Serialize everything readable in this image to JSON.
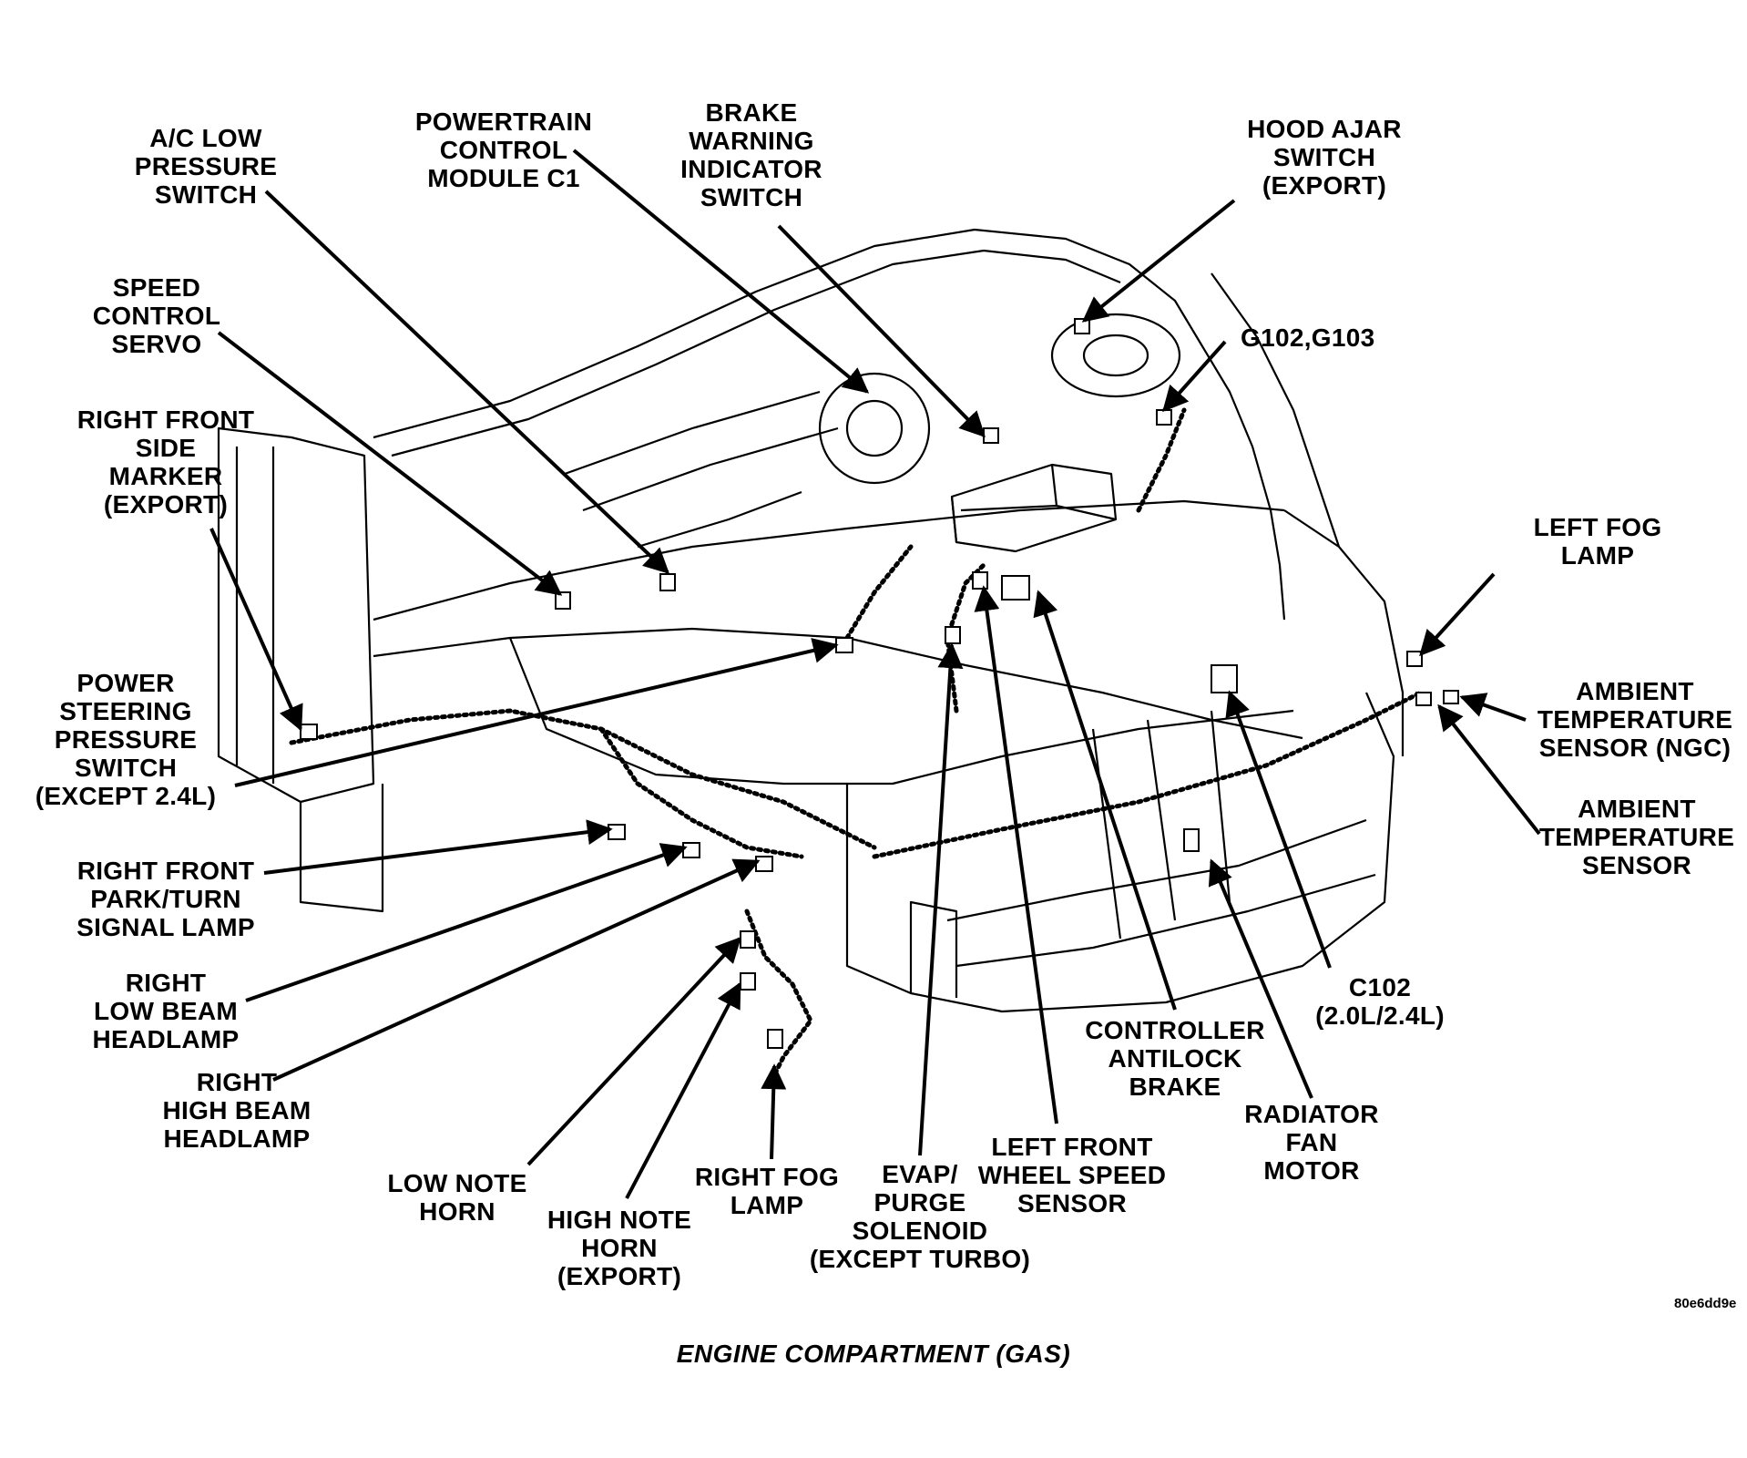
{
  "caption": "ENGINE COMPARTMENT (GAS)",
  "figure_code": "80e6dd9e",
  "callouts": {
    "ac_low_pressure_switch": "A/C LOW\nPRESSURE\nSWITCH",
    "powertrain_control_module": "POWERTRAIN\nCONTROL\nMODULE C1",
    "brake_warning_indicator_switch": "BRAKE\nWARNING\nINDICATOR\nSWITCH",
    "hood_ajar_switch": "HOOD AJAR\nSWITCH\n(EXPORT)",
    "speed_control_servo": "SPEED\nCONTROL\nSERVO",
    "g102_g103": "G102,G103",
    "right_front_side_marker": "RIGHT FRONT\nSIDE\nMARKER\n(EXPORT)",
    "left_fog_lamp": "LEFT FOG\nLAMP",
    "power_steering_pressure_switch": "POWER\nSTEERING\nPRESSURE\nSWITCH\n(EXCEPT 2.4L)",
    "ambient_temperature_sensor_ngc": "AMBIENT\nTEMPERATURE\nSENSOR (NGC)",
    "ambient_temperature_sensor": "AMBIENT\nTEMPERATURE\nSENSOR",
    "right_front_park_turn_signal_lamp": "RIGHT FRONT\nPARK/TURN\nSIGNAL LAMP",
    "c102": "C102\n(2.0L/2.4L)",
    "right_low_beam_headlamp": "RIGHT\nLOW BEAM\nHEADLAMP",
    "controller_antilock_brake": "CONTROLLER\nANTILOCK\nBRAKE",
    "right_high_beam_headlamp": "RIGHT\nHIGH BEAM\nHEADLAMP",
    "radiator_fan_motor": "RADIATOR\nFAN\nMOTOR",
    "left_front_wheel_speed_sensor": "LEFT FRONT\nWHEEL  SPEED\nSENSOR",
    "low_note_horn": "LOW NOTE\nHORN",
    "high_note_horn": "HIGH NOTE\nHORN\n(EXPORT)",
    "right_fog_lamp": "RIGHT FOG\nLAMP",
    "evap_purge_solenoid": "EVAP/\nPURGE\nSOLENOID\n(EXCEPT TURBO)"
  }
}
